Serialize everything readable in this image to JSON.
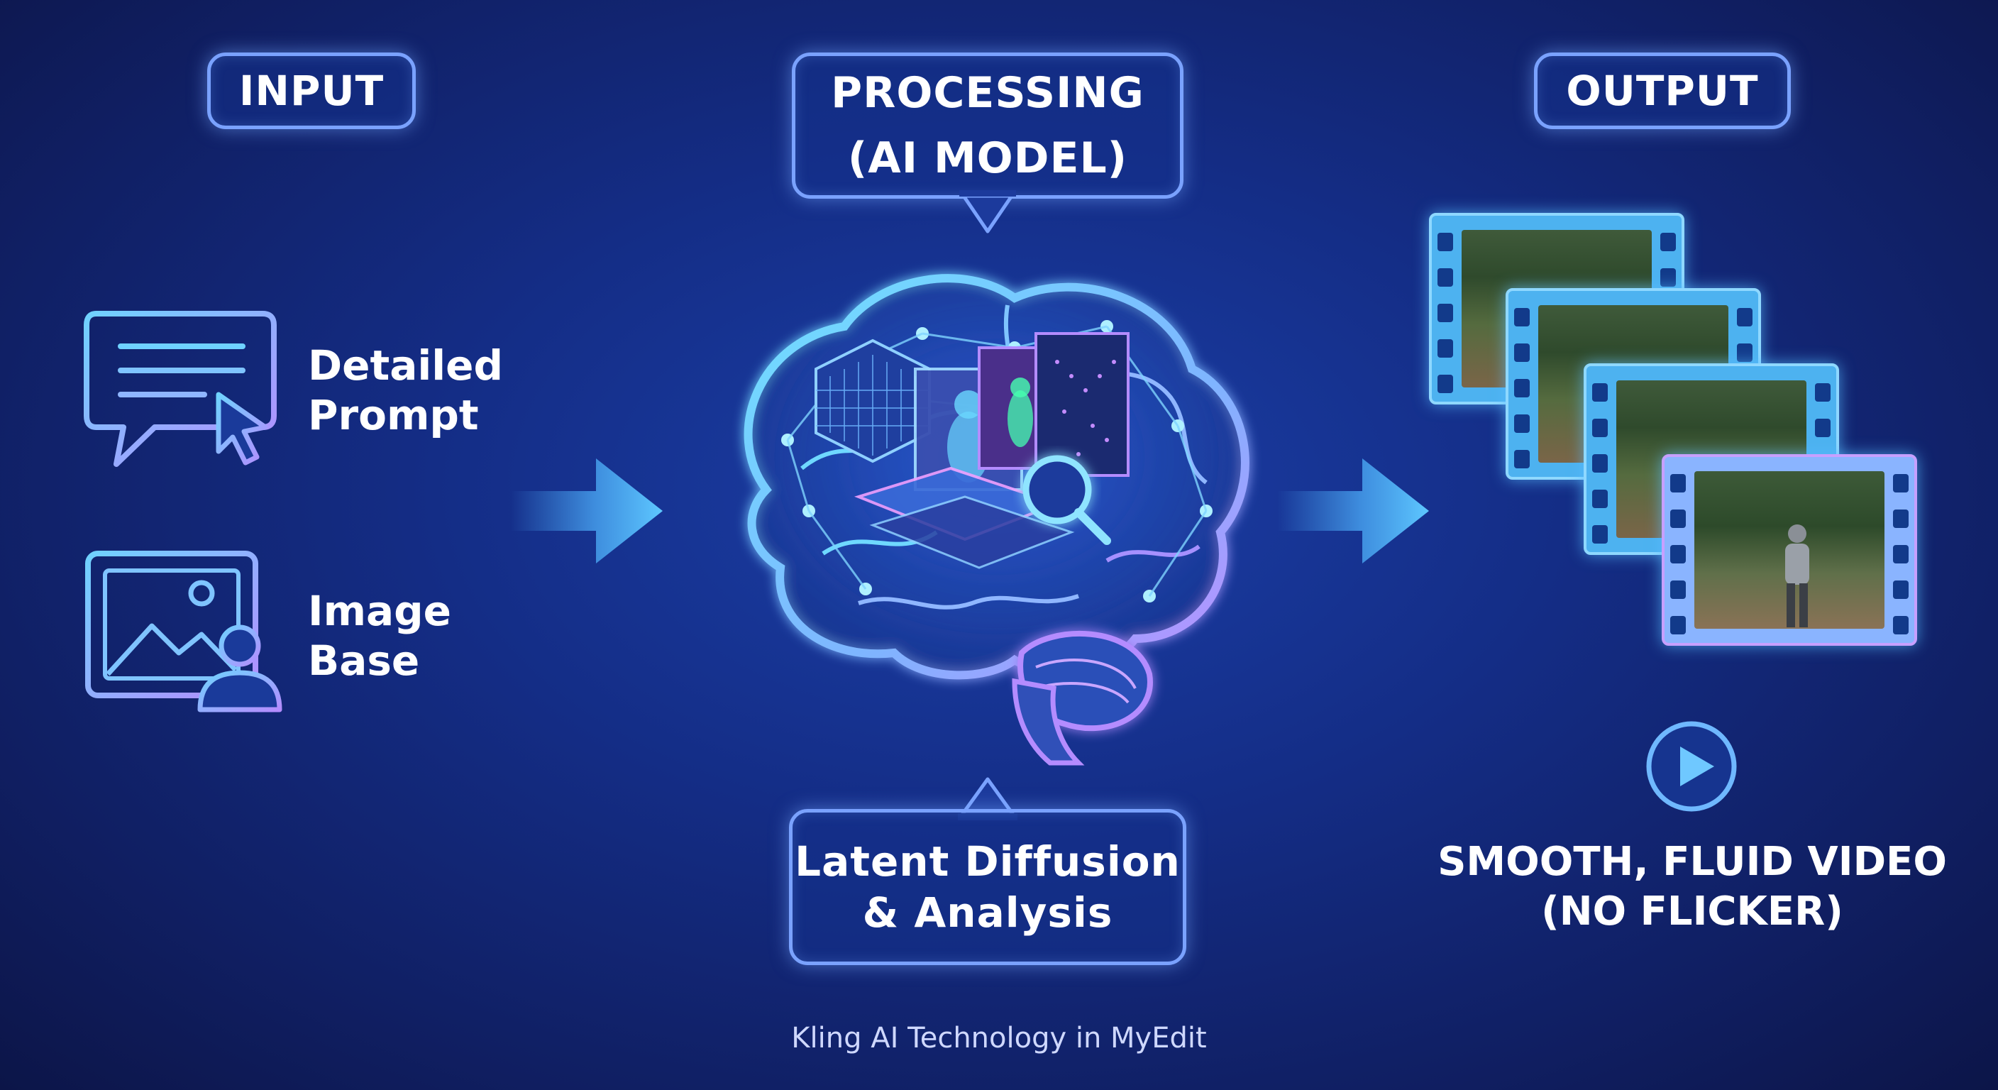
{
  "headers": {
    "input": "INPUT",
    "processing_line1": "PROCESSING",
    "processing_line2": "(AI MODEL)",
    "output": "OUTPUT"
  },
  "inputs": [
    {
      "line1": "Detailed",
      "line2": "Prompt",
      "icon": "chat-prompt-icon"
    },
    {
      "line1": "Image",
      "line2": "Base",
      "icon": "image-person-icon"
    }
  ],
  "processing_box": {
    "line1": "Latent Diffusion",
    "line2": "& Analysis"
  },
  "output_caption": {
    "line1": "SMOOTH, FLUID VIDEO",
    "line2": "(NO FLICKER)"
  },
  "footer": "Kling AI Technology in MyEdit",
  "colors": {
    "accent_blue": "#7aa2ff",
    "cyan_glow": "#5ec8ff",
    "violet_glow": "#b48cff"
  }
}
